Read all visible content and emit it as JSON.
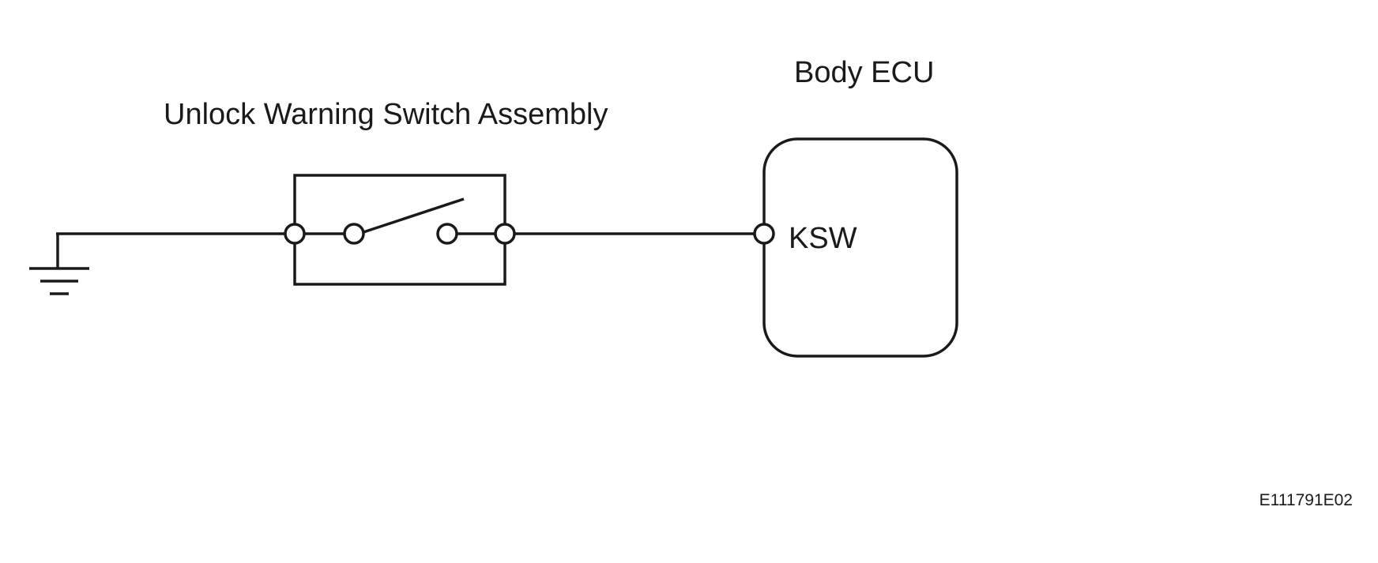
{
  "switch_assembly": {
    "title": "Unlock Warning Switch Assembly"
  },
  "ecu": {
    "title": "Body ECU",
    "terminal_label": "KSW"
  },
  "figure_code": "E111791E02"
}
